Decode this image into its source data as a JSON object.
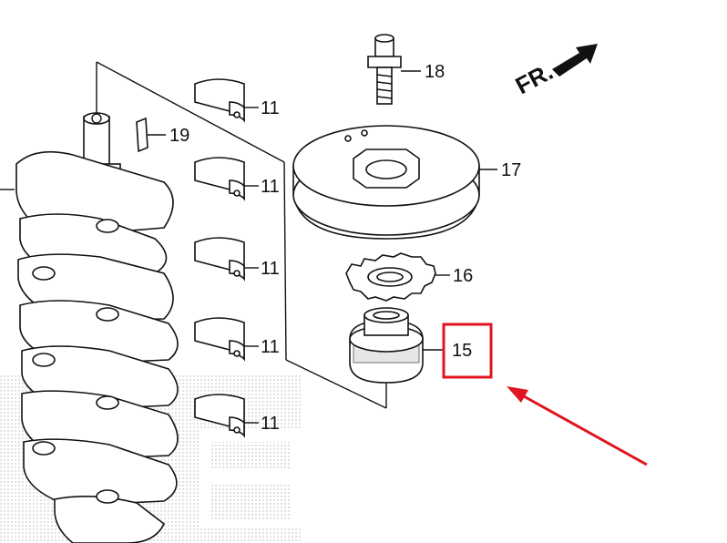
{
  "orientation": {
    "label": "FR."
  },
  "callouts": {
    "bearing_1": "11",
    "bearing_2": "11",
    "bearing_3": "11",
    "bearing_4": "11",
    "bearing_5": "11",
    "key": "19",
    "bolt": "18",
    "pulley": "17",
    "guide_plate": "16",
    "gear": "15"
  },
  "highlight": {
    "part": "15",
    "color": "#e0151f"
  },
  "colors": {
    "line": "#111111",
    "highlight": "#e0151f",
    "background": "#ffffff"
  }
}
